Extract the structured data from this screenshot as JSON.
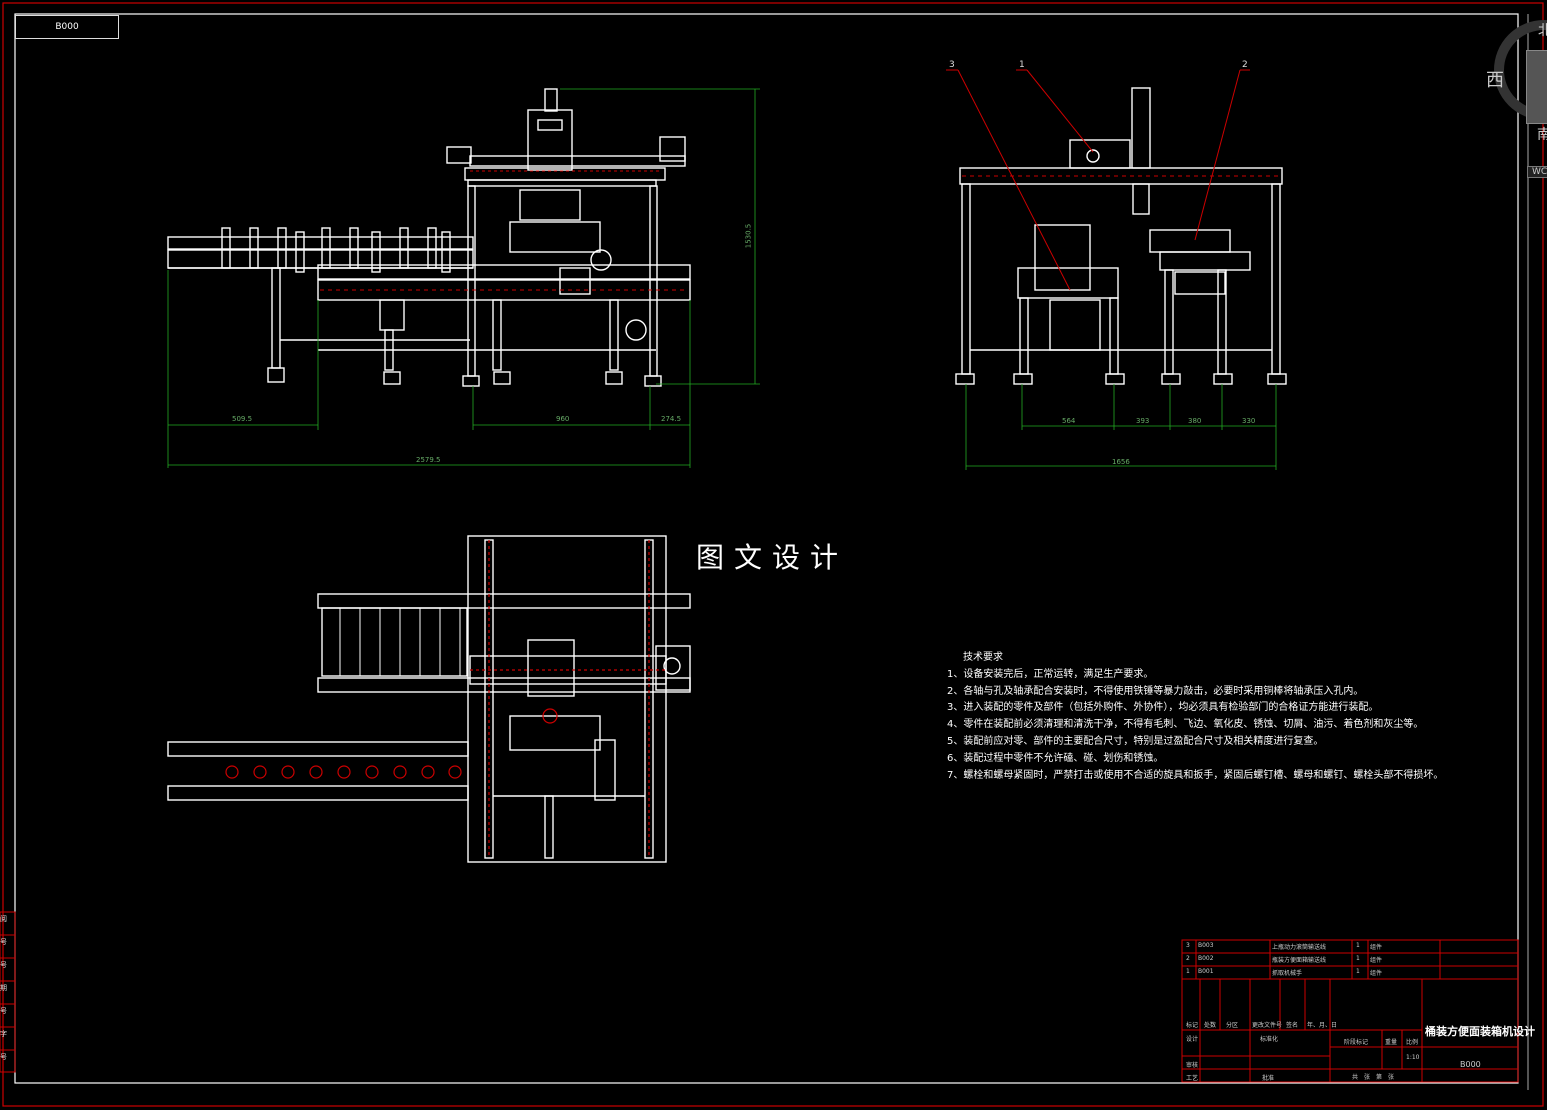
{
  "drawing": {
    "code_box": "B000",
    "watermark": "图文设计",
    "viewcube": {
      "west": "西",
      "south": "南",
      "north": "北",
      "wcs": "WCS"
    }
  },
  "leaders": {
    "item3": "3",
    "item1": "1",
    "item2": "2"
  },
  "dimensions": {
    "front_left": "509.5",
    "front_mid": "960",
    "front_right": "274.5",
    "front_total": "2579.5",
    "front_height": "1530.5",
    "side_a": "564",
    "side_b": "393",
    "side_c": "380",
    "side_d": "330",
    "side_total": "1656"
  },
  "tech_requirements": {
    "title": "技术要求",
    "items": [
      "1、设备安装完后，正常运转，满足生产要求。",
      "2、各轴与孔及轴承配合安装时，不得使用铁锤等暴力敲击，必要时采用铜棒将轴承压入孔内。",
      "3、进入装配的零件及部件（包括外购件、外协件），均必须具有检验部门的合格证方能进行装配。",
      "4、零件在装配前必须清理和清洗干净，不得有毛刺、飞边、氧化皮、锈蚀、切屑、油污、着色剂和灰尘等。",
      "5、装配前应对零、部件的主要配合尺寸，特别是过盈配合尺寸及相关精度进行复查。",
      "6、装配过程中零件不允许磕、碰、划伤和锈蚀。",
      "7、螺栓和螺母紧固时，严禁打击或使用不合适的旋具和扳手，紧固后螺钉槽、螺母和螺钉、螺栓头部不得损坏。"
    ]
  },
  "parts_list": [
    {
      "no": "3",
      "code": "B003",
      "name": "上瓶动力滚筒输送线",
      "qty": "1",
      "note": "组件"
    },
    {
      "no": "2",
      "code": "B002",
      "name": "瓶装方便面箱输送线",
      "qty": "1",
      "note": "组件"
    },
    {
      "no": "1",
      "code": "B001",
      "name": "抓取机械手",
      "qty": "1",
      "note": "组件"
    }
  ],
  "title_block": {
    "title": "桶装方便面装箱机设计",
    "drawing_no": "B000",
    "scale": "1:10",
    "headers": [
      "标记",
      "处数",
      "分区",
      "更改文件号",
      "签名",
      "年、月、日"
    ],
    "row_design": "设计",
    "row_std": "标准化",
    "row_review": "审核",
    "row_process": "工艺",
    "row_approve": "批准",
    "stage_mark": "阶段标记",
    "weight": "重量",
    "ratio": "比例",
    "sheets": "共　张　第　张"
  },
  "side_marks": [
    "阅",
    "号",
    "号",
    "期",
    "号",
    "字",
    "号"
  ]
}
